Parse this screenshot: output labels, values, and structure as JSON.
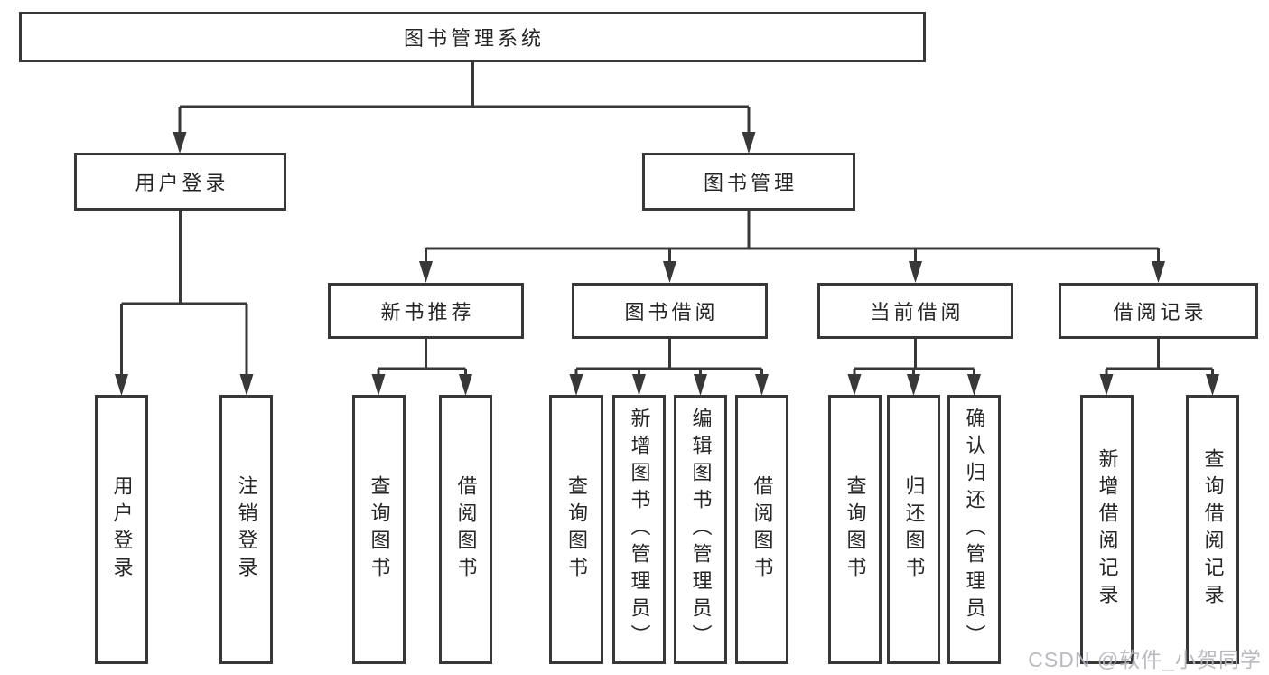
{
  "diagram": {
    "root": "图书管理系统",
    "branches": [
      {
        "label": "用户登录",
        "children": [
          "用户登录",
          "注销登录"
        ]
      },
      {
        "label": "图书管理",
        "sections": [
          {
            "label": "新书推荐",
            "children": [
              "查询图书",
              "借阅图书"
            ]
          },
          {
            "label": "图书借阅",
            "children": [
              "查询图书",
              "新增图书（管理员）",
              "编辑图书（管理员）",
              "借阅图书"
            ]
          },
          {
            "label": "当前借阅",
            "children": [
              "查询图书",
              "归还图书",
              "确认归还（管理员）"
            ]
          },
          {
            "label": "借阅记录",
            "children": [
              "新增借阅记录",
              "查询借阅记录"
            ]
          }
        ]
      }
    ]
  },
  "watermark": {
    "text": "CSDN @软件_小贺同学"
  },
  "colors": {
    "line": "#383838",
    "text": "#262626",
    "box_bg": "#ffffff",
    "page_bg": "#ffffff",
    "watermark": "#b7b3bb"
  }
}
